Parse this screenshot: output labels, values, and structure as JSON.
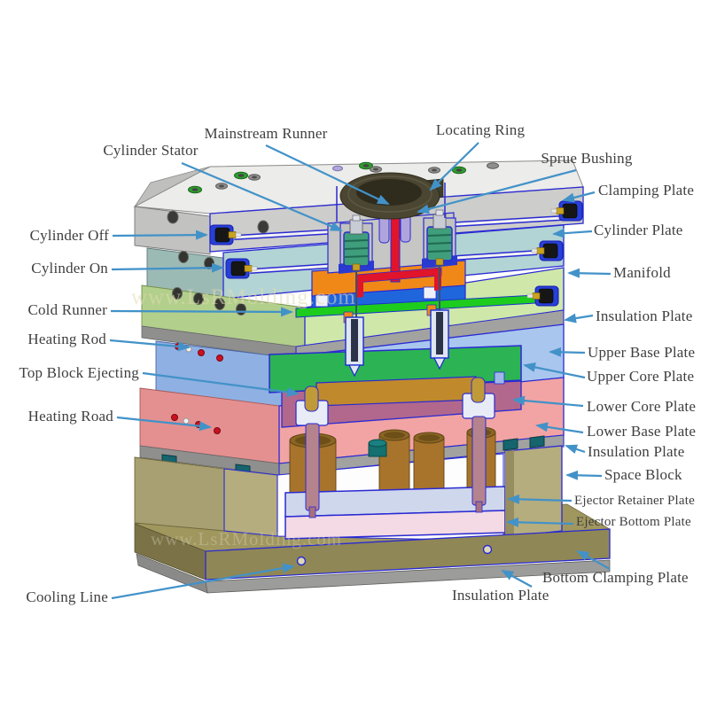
{
  "labels": {
    "mainstream_runner": "Mainstream Runner",
    "locating_ring": "Locating Ring",
    "cylinder_stator": "Cylinder Stator",
    "sprue_bushing": "Sprue Bushing",
    "clamping_plate": "Clamping Plate",
    "cylinder_off": "Cylinder Off",
    "cylinder_plate": "Cylinder Plate",
    "cylinder_on": "Cylinder On",
    "manifold": "Manifold",
    "cold_runner": "Cold Runner",
    "insulation_plate_upper": "Insulation Plate",
    "heating_rod": "Heating Rod",
    "upper_base_plate": "Upper Base Plate",
    "top_block_ejecting": "Top Block Ejecting",
    "upper_core_plate": "Upper Core Plate",
    "lower_core_plate": "Lower Core Plate",
    "heating_road": "Heating Road",
    "lower_base_plate": "Lower Base Plate",
    "insulation_plate_mid": "Insulation Plate",
    "space_block": "Space Block",
    "ejector_retainer_plate": "Ejector Retainer Plate",
    "ejector_bottom_plate": "Ejector Bottom Plate",
    "cooling_line": "Cooling Line",
    "bottom_clamping_plate": "Bottom Clamping Plate",
    "insulation_plate_bottom": "Insulation Plate"
  },
  "watermark": {
    "text": "www.LsRMolding.com"
  },
  "colors": {
    "arrow": "#4292c8",
    "label_text": "#3f3f3f",
    "clamping_top": "#ececea",
    "clamping_front": "#cdcdcb",
    "cylinder_plate": "#b2d4d4",
    "manifold_plate": "#cfe8aa",
    "insulation": "#a2a2a0",
    "upper_base": "#a9c6ee",
    "upper_core": "#2cb454",
    "lower_core": "#b2688c",
    "cavity_block": "#c08a2c",
    "lower_base": "#f2a4a4",
    "ejector_retainer": "#cfd7ec",
    "ejector_bottom": "#f4dae4",
    "space_block": "#b5ad7e",
    "bottom_clamping": "#8f8756",
    "runner_red": "#e0142a",
    "cold_runner": "#1ecc1e",
    "manifold_orange": "#f08818",
    "manifold_blue": "#1f66dd",
    "locating_ring": "#4a4632",
    "pillar": "#a8742c",
    "ejector_pin": "#b5838d"
  }
}
